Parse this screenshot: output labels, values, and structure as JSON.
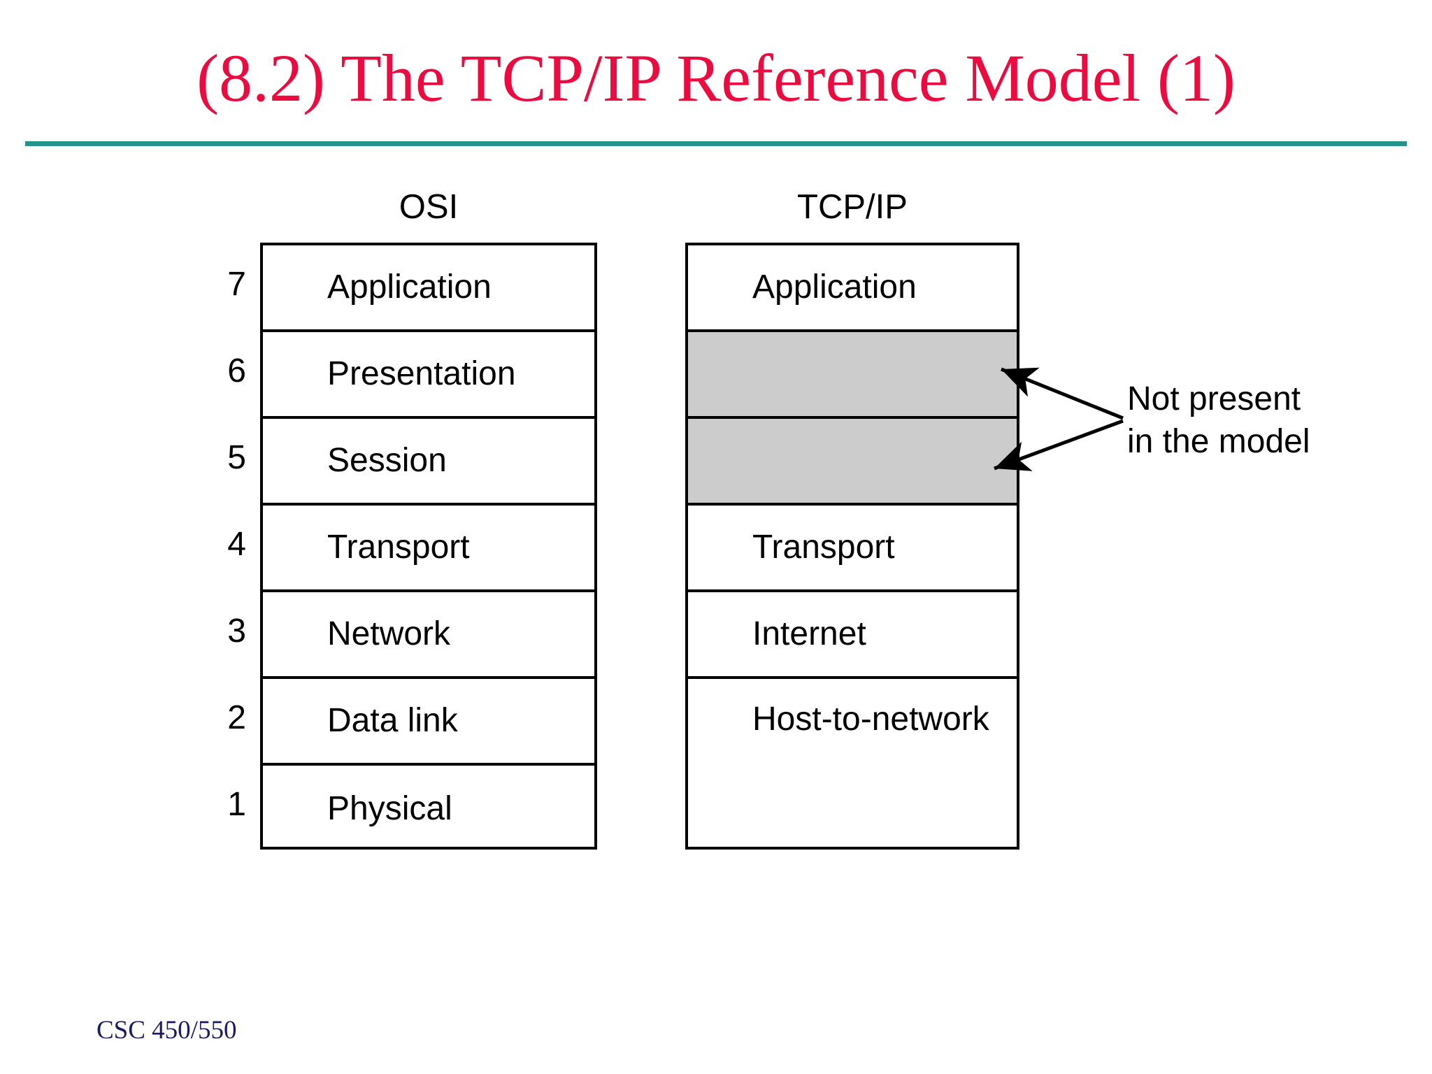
{
  "slide": {
    "title": "(8.2) The TCP/IP Reference Model (1)",
    "title_color": "#ED0A3F",
    "rule_color": "#23938C",
    "footer": "CSC 450/550",
    "footer_color": "#1B1B63",
    "background": "#FFFFFF"
  },
  "diagram": {
    "shaded_color": "#CCCCCC",
    "border_color": "#000000",
    "osi": {
      "heading": "OSI",
      "layers": [
        {
          "number": "7",
          "label": "Application"
        },
        {
          "number": "6",
          "label": "Presentation"
        },
        {
          "number": "5",
          "label": "Session"
        },
        {
          "number": "4",
          "label": "Transport"
        },
        {
          "number": "3",
          "label": "Network"
        },
        {
          "number": "2",
          "label": "Data link"
        },
        {
          "number": "1",
          "label": "Physical"
        }
      ]
    },
    "tcpip": {
      "heading": "TCP/IP",
      "layers": [
        {
          "label": "Application",
          "shaded": false
        },
        {
          "label": "",
          "shaded": true
        },
        {
          "label": "",
          "shaded": true
        },
        {
          "label": "Transport",
          "shaded": false
        },
        {
          "label": "Internet",
          "shaded": false
        },
        {
          "label": "Host-to-network",
          "shaded": false
        }
      ]
    },
    "annotation": {
      "line1": "Not present",
      "line2": "in the model"
    }
  }
}
